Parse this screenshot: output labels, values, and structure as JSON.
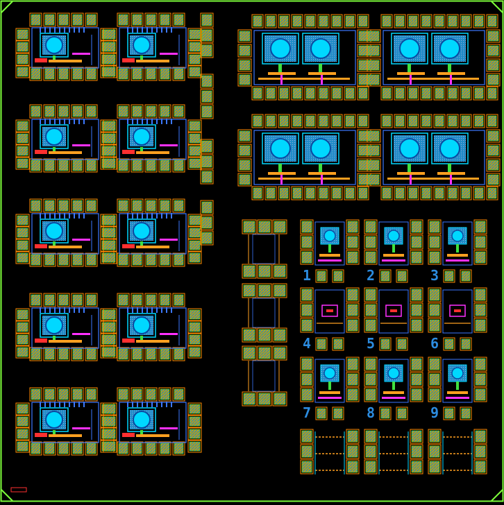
{
  "layout_view": {
    "background": "#000000",
    "border_color": "#7CFC3A",
    "pad_fill": "#C8A000",
    "pad_core": "#1E8CC8",
    "pad_edge": "#FF8C00",
    "metal_blue": "#3C78FF",
    "metal_cyan": "#00D8FF",
    "metal_orange": "#FFA020",
    "metal_magenta": "#FF30FF",
    "metal_red": "#FF3030",
    "metal_green": "#40E040",
    "label_color": "#2C8CE0",
    "numbered_labels": [
      "1",
      "2",
      "3",
      "4",
      "5",
      "6",
      "7",
      "8",
      "9"
    ]
  }
}
